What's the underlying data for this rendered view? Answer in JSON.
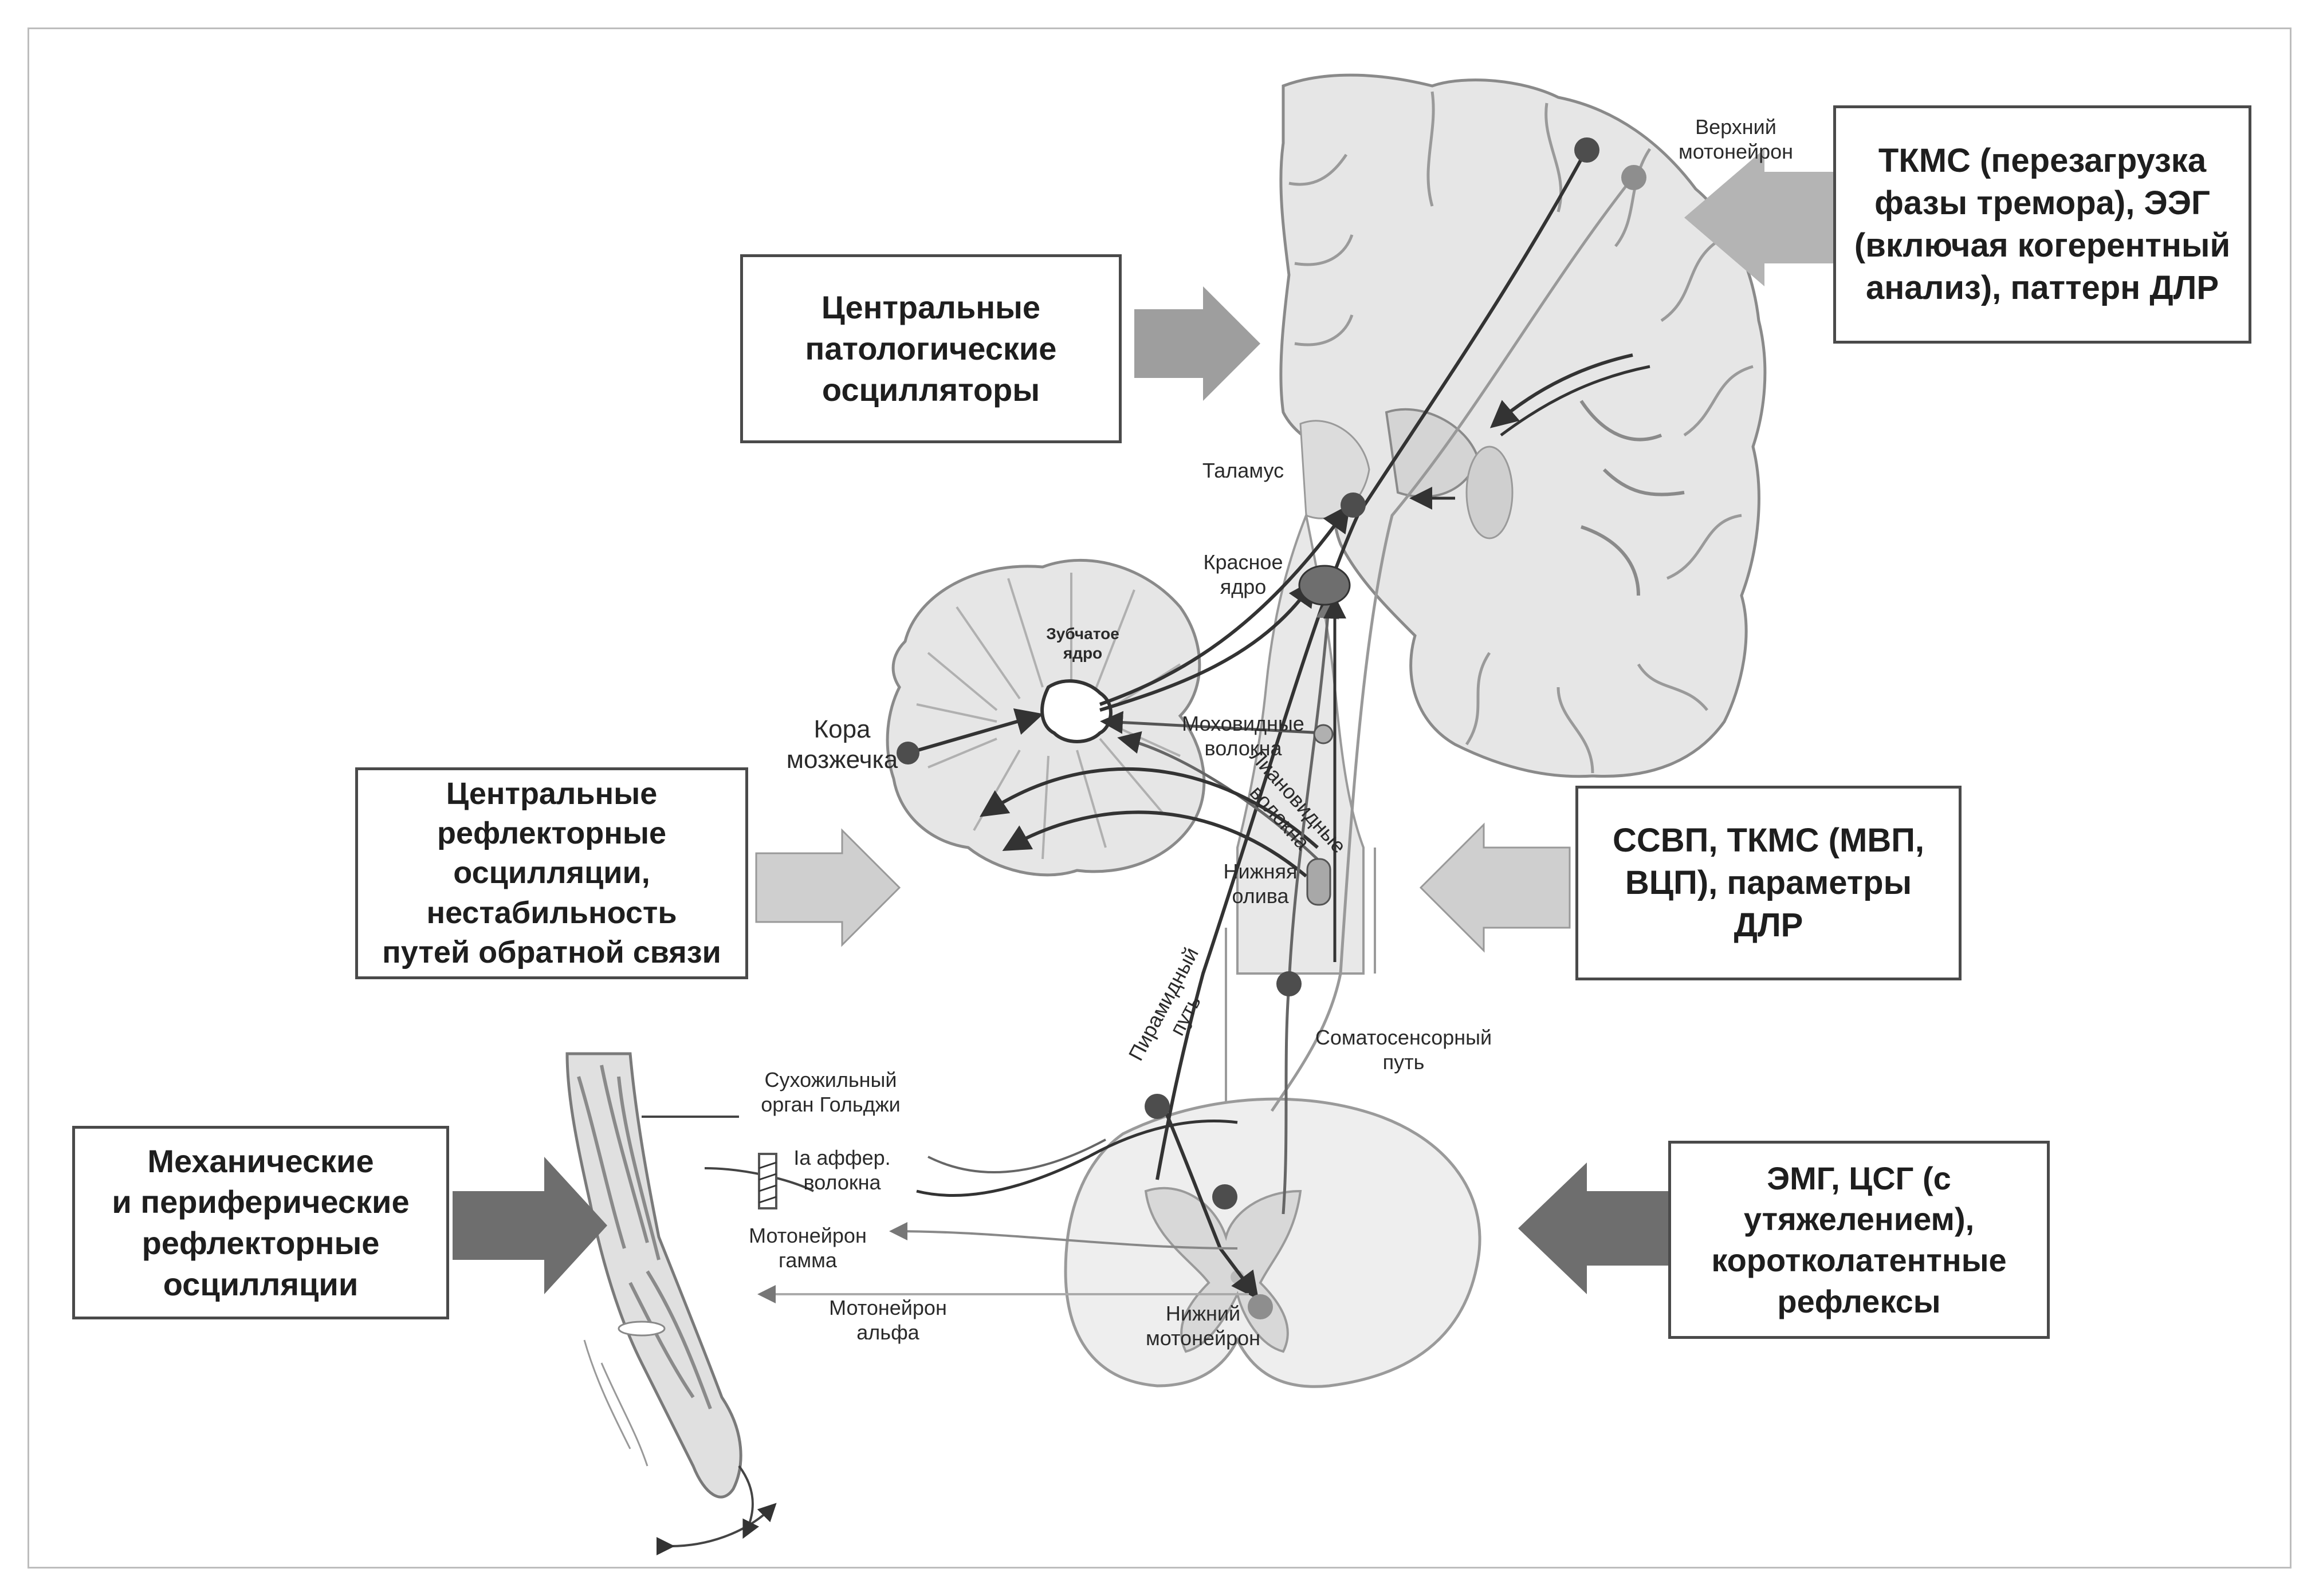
{
  "boxes": {
    "central_pathological": "Центральные\nпатологические\nосцилляторы",
    "tkms_eeg": "ТКМС (перезагрузка\nфазы тремора), ЭЭГ\n(включая когерентный\nанализ), паттерн ДЛР",
    "central_reflex": "Центральные\nрефлекторные\nосцилляции,\nнестабильность\nпутей обратной связи",
    "ssvp_tkms": "ССВП, ТКМС (МВП,\nВЦП), параметры\nДЛР",
    "mechanical": "Механические\nи периферические\nрефлекторные\nосцилляции",
    "emg_csg": "ЭМГ, ЦСГ (с\nутяжелением),\nкоротколатентные\nрефлексы"
  },
  "labels": {
    "upper_motoneuron": "Верхний\nмотонейрон",
    "thalamus": "Таламус",
    "red_nucleus": "Красное\nядро",
    "dentate_nucleus": "Зубчатое\nядро",
    "cerebellar_cortex": "Кора\nмозжечка",
    "mossy_fibers": "Моховидные\nволокна",
    "climbing_fibers": "Лиановидные\nволокна",
    "inferior_olive": "Нижняя\nолива",
    "pyramidal_tract": "Пирамидный\nпуть",
    "somatosensory_tract": "Соматосенсорный\nпуть",
    "golgi_organ": "Сухожильный\nорган Гольджи",
    "ia_afferent": "Ia аффер.\nволокна",
    "gamma_motoneuron": "Мотонейрон\nгамма",
    "alpha_motoneuron": "Мотонейрон\nальфа",
    "lower_motoneuron": "Нижний\nмотонейрон"
  },
  "colors": {
    "box_border": "#4a4a4a",
    "arrow_fill": "#9e9e9e",
    "arrow_dark": "#6e6e6e",
    "neuron": "#4d4d4d",
    "tissue": "#e6e6e6",
    "tissue_line": "#8a8a8a",
    "pathway": "#333333"
  }
}
